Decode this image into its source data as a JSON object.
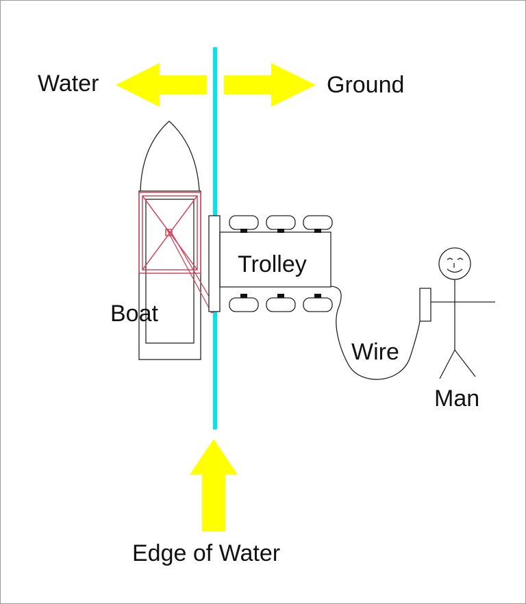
{
  "labels": {
    "water": "Water",
    "ground": "Ground",
    "trolley": "Trolley",
    "boat": "Boat",
    "wire": "Wire",
    "man": "Man",
    "edge_of_water": "Edge of Water"
  },
  "colors": {
    "arrow_fill": "#ffff00",
    "water_edge_line": "#00e5ee",
    "boat_frame": "#d2455a",
    "stroke": "#222222",
    "wheel_hub": "#111111",
    "background": "#ffffff"
  }
}
